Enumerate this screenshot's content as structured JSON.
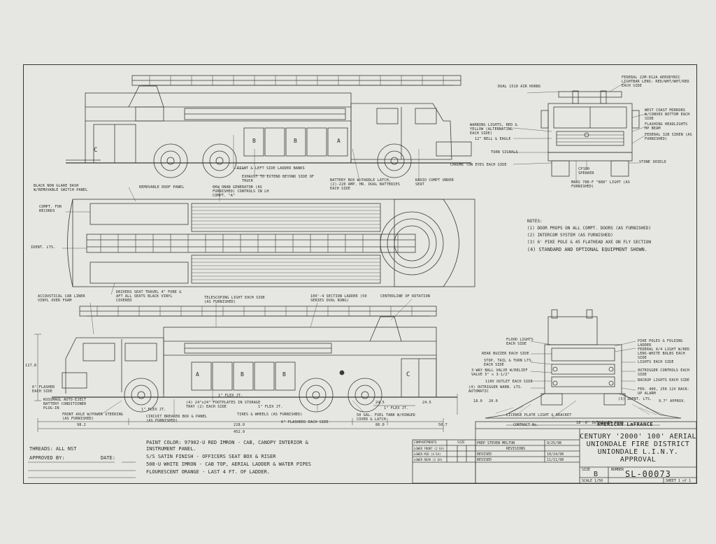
{
  "callouts": {
    "side_top": {
      "ladder_banks": "RIGHT & LEFT SIDE LADDER BANKS",
      "exhaust": "EXHAUST TO EXTEND BEYOND SIDE OF TRUCK",
      "battery_box": "BATTERY BOX W/PADDLE LATCH, (2)-220 AMP. HR. DUAL BATTERIES EACH SIDE",
      "radio_compt": "RADIO COMPT UNDER SEAT",
      "dual_horns": "DUAL 1510 AIR HORNS",
      "federal_lightbar": "FEDERAL 22M-012A AERODYNIC LIGHTBAR LENS: RED/WHT/WHT/RED EACH SIDE",
      "warning_lights": "WARNING LIGHTS, RED & YELLOW (ALTERNATING EACH SIDE)",
      "bell_eagle": "12\" BELL & EAGLE",
      "turn_signals": "TURN SIGNALS",
      "chrome_tow": "CHROME TOW EYES EACH SIDE",
      "mirrors": "WEST COAST MIRRORS W/CONVEX BOTTOM EACH SIDE",
      "headlights": "FLASHING HEADLIGHTS HP BEAM",
      "siren": "FEDERAL 32B SIREN (AS FURNISHED)",
      "speaker": "CP100 SPEAKER",
      "stone_shield": "STONE SHIELD",
      "mars_light": "MARS 788-F \"888\" LIGHT (AS FURNISHED)"
    },
    "plan": {
      "dash": "BLACK NON GLARE DASH W/REMOVABLE SWITCH PANEL",
      "roof_panel": "REMOVABLE ROOF PANEL",
      "generator": "6KW ONAN GENERATOR (AS FURNISHED) CONTROLS IN LH COMPT. \"A\"",
      "recess": "COMPT. FOR RECORDS",
      "ident": "IDENT. LTS.",
      "seat": "DRIVERS SEAT TRAVEL 4\" FORE & AFT ALL SEATS BLACK VINYL COVERED"
    },
    "side_bottom": {
      "cab_liner": "ACCOUSTICAL CAB LINER VINYL OVER FOAM",
      "telescoping": "TELESCOPING LIGHT EACH SIDE (AS FURNISHED)",
      "ladder_section": "100'-4 SECTION LADDER (50 SERIES OVAL RUNG)",
      "centerline": "CENTERLINE OF ROTATION",
      "footplates": "(4) 24\"x24\" FOOTPLATES IN STORAGE TRAY (2) EACH SIDE",
      "flex1": "1\" FLEX JT.",
      "flex2": "1\" FLEX JT.",
      "flex3": "1\" FLEX JT.",
      "flex4": "1\" FLEX JT.",
      "flasher_left": "6\" FLASHER EACH SIDE",
      "kussmaul": "KUSSMAUL AUTO-EJECT BATTERY CONDITIONER PLUG-IN",
      "front_axle": "FRONT AXLE W/POWER STEERING (AS FURNISHED)",
      "circuit": "CIRCUIT BREAKER BOX & PANEL (AS FURNISHED)",
      "tires": "TIRES & WHEELS (AS FURNISHED)",
      "flashers": "6\" FLASHERS EACH SIDE",
      "fuel_tank": "50 GAL. FUEL TANK W/HINGED COVER & LATCH",
      "height": "117.8",
      "dim_98": "98.2",
      "dim_228": "228.0",
      "dim_86": "86.0",
      "dim_50": "50.7",
      "dim_452": "452.9",
      "dim_245a": "24.5",
      "dim_245b": "24.5",
      "dim_18": "18.0",
      "dim_20": "20.0"
    },
    "rear": {
      "flood": "FLOOD LIGHTS EACH SIDE",
      "buzzer": "REAR BUZZER EACH SIDE",
      "stop_tail": "STOP, TAIL & TURN LTS. EACH SIDE",
      "valve": "3-WAY BALL VALVE W/RELIEF VALVE 5\" x 3-1/2\"",
      "outlet": "110V OUTLET EACH SIDE",
      "outrigger_warn": "(4) OUTRIGGER WARN. LTS. AUTOMATIC",
      "pike_poles": "PIKE POLES & FOLDING LADDER",
      "federal_light": "FEDERAL 4/4 LIGHT W/RED LENS-WHITE BULBS EACH SIDE",
      "lights_each": "LIGHTS EACH SIDE",
      "outrigger_controls": "OUTRIGGER CONTROLS EACH SIDE",
      "backup_lights": "BACKUP LIGHTS EACH SIDE",
      "backup_alarm": "FED. 400, 250 12V BACK-UP ALARM",
      "ident": "(3) IDENT. LTS.",
      "angle": "9.7° APPROX.",
      "license": "LICENSE PLATE LIGHT & BRACKET",
      "span": "18'-0\" OUTRIGGER SPAN"
    }
  },
  "notes": {
    "heading": "NOTES:",
    "items": [
      "(1) DOOR PROPS ON ALL COMPT. DOORS (AS FURNISHED)",
      "(2) INTERCOM SYSTEM (AS FURNISHED)",
      "(3) 6' PIKE POLE & 45 FLATHEAD AXE ON FLY SECTION",
      "(4) STANDARD AND OPTIONAL EQUIPMENT SHOWN."
    ]
  },
  "footer": {
    "threads": "THREADS: ALL NST",
    "approved_by": "APPROVED BY:",
    "date": "DATE:",
    "paint": [
      "PAINT COLOR: 97902-U RED IMRON - CAB, CANOPY INTERIOR &",
      "INSTRUMENT PANEL.",
      "S/S SATIN FINISH - OFFICERS SEAT BOX & RISER",
      "508-U WHITE IMRON - CAB TOP, AERIAL LADDER & WATER PIPES",
      "FLOURESCENT ORANGE - LAST 4 FT. OF LADDER."
    ]
  },
  "title_block": {
    "contract": "CONTRACT No.",
    "company": "AMERICAN LaFRANCE",
    "title_line1": "CENTURY '2000' 100' AERIAL",
    "title_line2": "UNIONDALE FIRE DISTRICT",
    "title_line3": "UNIONDALE L.I.N.Y.",
    "title_line4": "APPROVAL",
    "size_label": "SIZE",
    "size": "B",
    "number_label": "NUMBER",
    "number": "SL-00073",
    "scale": "SCALE 1/50",
    "sheet": "SHEET 1 of 1",
    "compartments": "COMPARTMENTS",
    "size_col": "SIZE",
    "prep": "PREP STEVEN MELTON",
    "prep_date": "9/25/98",
    "revisions": "REVISIONS",
    "rev1": "REVISED",
    "rev1_date": "10/14/98",
    "rev2": "REVISED",
    "rev2_date": "11/11/98",
    "rows": [
      "LOWER FRONT (2 EA)",
      "LOWER MID (4 EA)",
      "LOWER REAR (2 EA)"
    ]
  }
}
